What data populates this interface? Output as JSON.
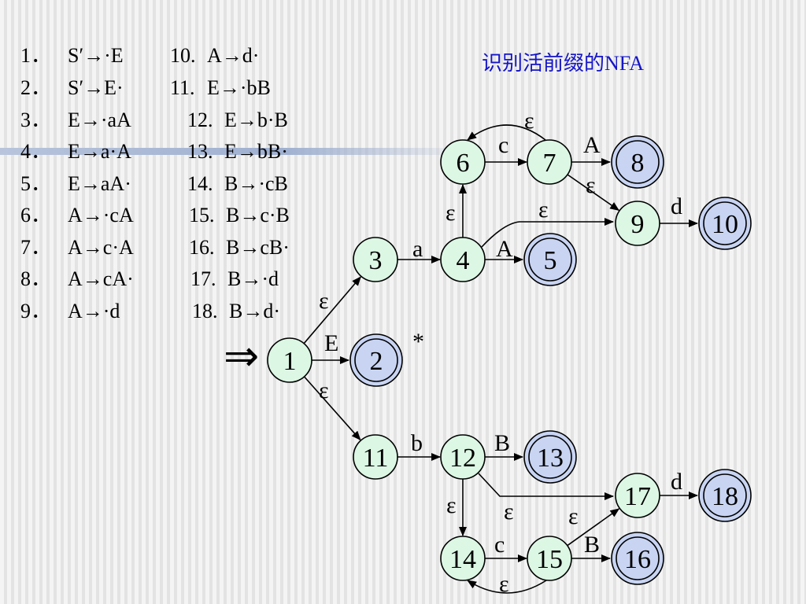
{
  "title": "识别活前缀的NFA",
  "rules": [
    {
      "num": "1．",
      "text": "S′→·E",
      "num2": "10.",
      "text2": "A→d·"
    },
    {
      "num": "2．",
      "text": "S′→E·",
      "num2": "11.",
      "text2": "E→·bB"
    },
    {
      "num": "3．",
      "text": "E→·aA",
      "num2": "12.",
      "text2": "E→b·B"
    },
    {
      "num": "4．",
      "text": "E→a·A",
      "num2": "13.",
      "text2": "E→bB·"
    },
    {
      "num": "5．",
      "text": "E→aA·",
      "num2": "14.",
      "text2": "B→·cB"
    },
    {
      "num": "6．",
      "text": "A→·cA",
      "num2": "15.",
      "text2": "B→c·B"
    },
    {
      "num": "7．",
      "text": "A→c·A",
      "num2": "16.",
      "text2": "B→cB·"
    },
    {
      "num": "8．",
      "text": "A→cA·",
      "num2": "17.",
      "text2": "B→·d"
    },
    {
      "num": "9．",
      "text": "A→·d",
      "num2": "18.",
      "text2": "B→d·"
    }
  ],
  "nfa": {
    "start_marker": "⇒",
    "star_note": "*",
    "states": [
      {
        "id": "1",
        "final": false
      },
      {
        "id": "2",
        "final": true
      },
      {
        "id": "3",
        "final": false
      },
      {
        "id": "4",
        "final": false
      },
      {
        "id": "5",
        "final": true
      },
      {
        "id": "6",
        "final": false
      },
      {
        "id": "7",
        "final": false
      },
      {
        "id": "8",
        "final": true
      },
      {
        "id": "9",
        "final": false
      },
      {
        "id": "10",
        "final": true
      },
      {
        "id": "11",
        "final": false
      },
      {
        "id": "12",
        "final": false
      },
      {
        "id": "13",
        "final": true
      },
      {
        "id": "14",
        "final": false
      },
      {
        "id": "15",
        "final": false
      },
      {
        "id": "16",
        "final": true
      },
      {
        "id": "17",
        "final": false
      },
      {
        "id": "18",
        "final": true
      }
    ],
    "transitions": [
      {
        "from": "1",
        "to": "2",
        "symbol": "E"
      },
      {
        "from": "1",
        "to": "3",
        "symbol": "ε"
      },
      {
        "from": "1",
        "to": "11",
        "symbol": "ε"
      },
      {
        "from": "3",
        "to": "4",
        "symbol": "a"
      },
      {
        "from": "4",
        "to": "5",
        "symbol": "A"
      },
      {
        "from": "4",
        "to": "6",
        "symbol": "ε"
      },
      {
        "from": "4",
        "to": "9",
        "symbol": "ε"
      },
      {
        "from": "6",
        "to": "7",
        "symbol": "c"
      },
      {
        "from": "7",
        "to": "6",
        "symbol": "ε"
      },
      {
        "from": "7",
        "to": "8",
        "symbol": "A"
      },
      {
        "from": "7",
        "to": "9",
        "symbol": "ε"
      },
      {
        "from": "9",
        "to": "10",
        "symbol": "d"
      },
      {
        "from": "11",
        "to": "12",
        "symbol": "b"
      },
      {
        "from": "12",
        "to": "13",
        "symbol": "B"
      },
      {
        "from": "12",
        "to": "14",
        "symbol": "ε"
      },
      {
        "from": "12",
        "to": "17",
        "symbol": "ε"
      },
      {
        "from": "14",
        "to": "15",
        "symbol": "c"
      },
      {
        "from": "15",
        "to": "14",
        "symbol": "ε"
      },
      {
        "from": "15",
        "to": "16",
        "symbol": "B"
      },
      {
        "from": "15",
        "to": "17",
        "symbol": "ε"
      },
      {
        "from": "17",
        "to": "18",
        "symbol": "d"
      }
    ]
  },
  "colors": {
    "title": "#1515c8",
    "state_fill": "#dcf7e4",
    "final_fill": "#c8d4f2",
    "divider": "#9fb0d0"
  }
}
